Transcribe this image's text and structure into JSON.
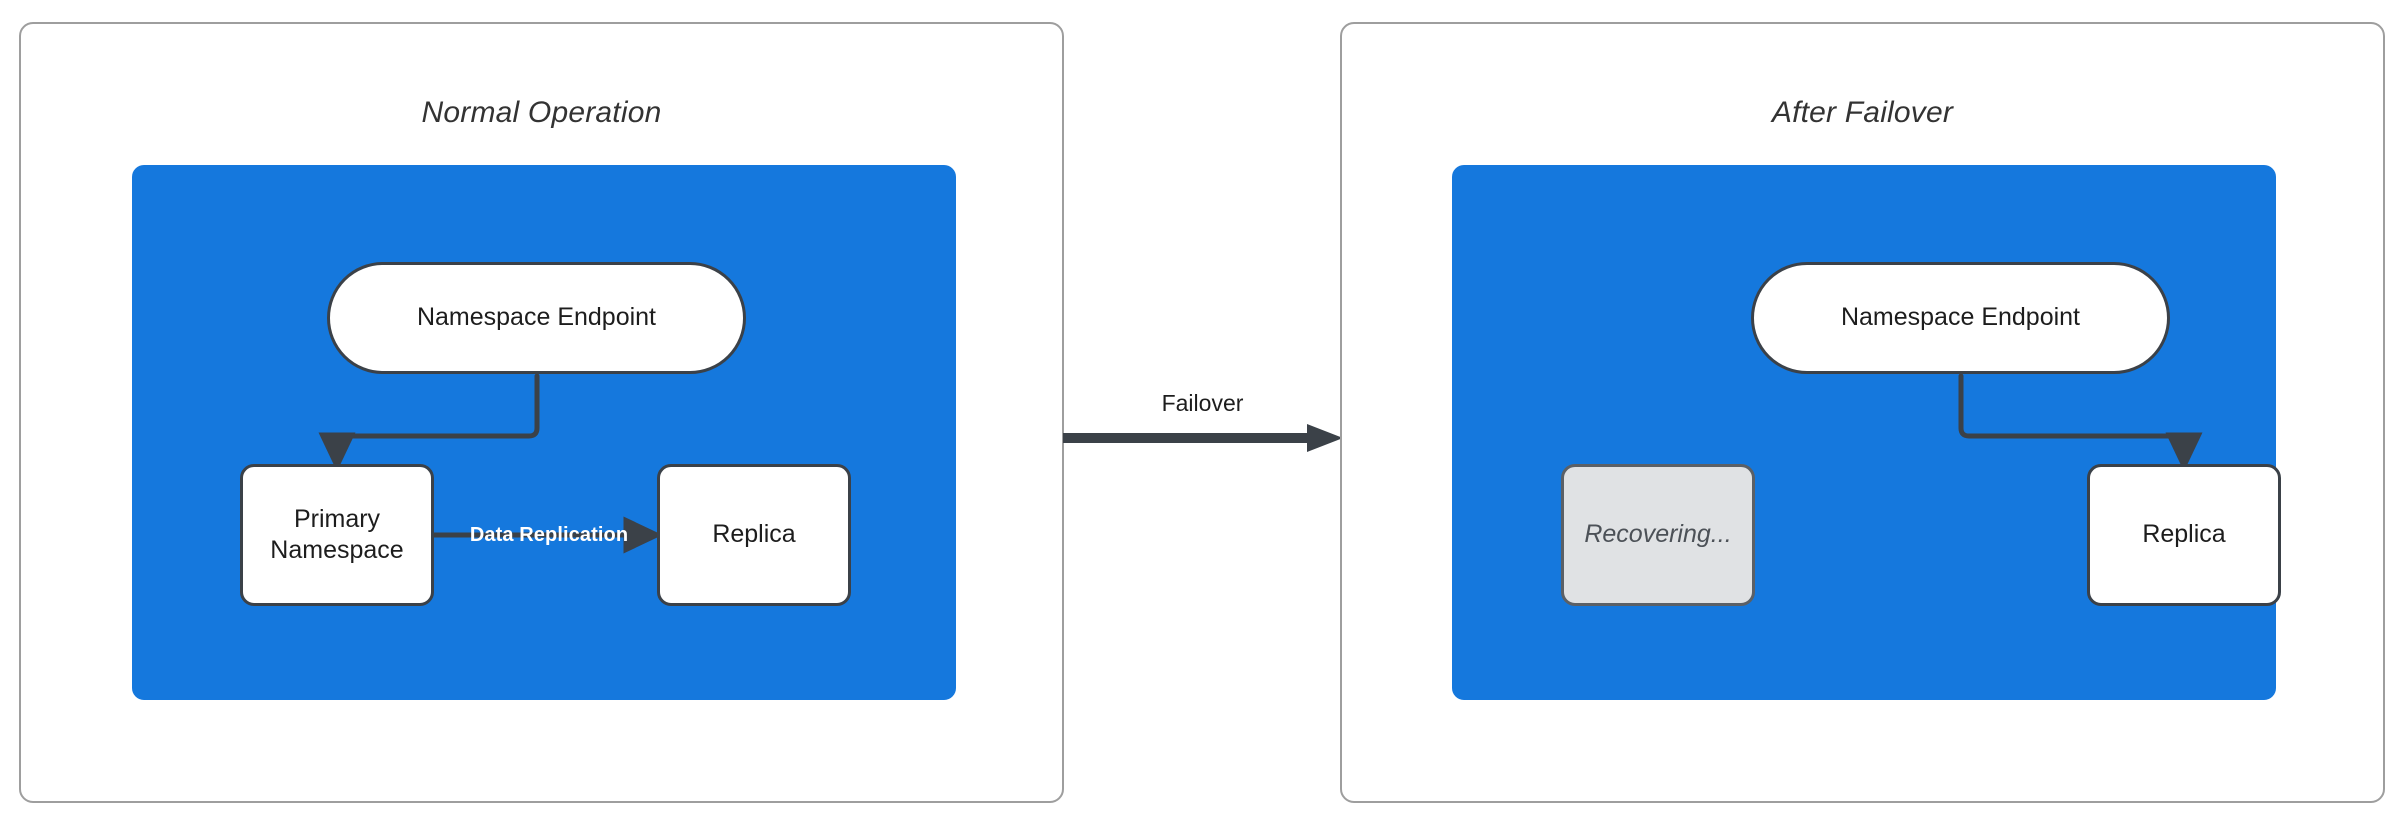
{
  "diagram": {
    "title_hidden": "",
    "colors": {
      "panel_border": "#9e9e9e",
      "region_fill": "#1578dd",
      "node_stroke": "#3b4148",
      "node_fill": "#ffffff",
      "muted_fill": "#e0e2e4",
      "muted_text": "#4c5157",
      "edge_stroke": "#3b4148",
      "edge_label_text": "#ffffff",
      "text": "#1d1d1d"
    },
    "panels": [
      {
        "id": "normal-operation",
        "title": "Normal Operation",
        "region_label": "",
        "nodes": [
          {
            "id": "endpoint",
            "label": "Namespace Endpoint",
            "shape": "stadium",
            "state": "active"
          },
          {
            "id": "primary",
            "label": "Primary\nNamespace",
            "label_line1": "Primary",
            "label_line2": "Namespace",
            "shape": "rounded-rect",
            "state": "active"
          },
          {
            "id": "replica",
            "label": "Replica",
            "shape": "rounded-rect",
            "state": "active"
          }
        ],
        "edges": [
          {
            "from": "endpoint",
            "to": "primary",
            "label": "",
            "style": "orthogonal-arrow"
          },
          {
            "from": "primary",
            "to": "replica",
            "label": "Data Replication",
            "style": "straight-arrow"
          }
        ]
      },
      {
        "id": "after-failover",
        "title": "After Failover",
        "region_label": "",
        "nodes": [
          {
            "id": "endpoint",
            "label": "Namespace Endpoint",
            "shape": "stadium",
            "state": "active"
          },
          {
            "id": "recovering",
            "label": "Recovering...",
            "shape": "rounded-rect",
            "state": "muted"
          },
          {
            "id": "replica",
            "label": "Replica",
            "shape": "rounded-rect",
            "state": "active"
          }
        ],
        "edges": [
          {
            "from": "endpoint",
            "to": "replica",
            "label": "",
            "style": "orthogonal-arrow"
          }
        ]
      }
    ],
    "transition": {
      "label": "Failover",
      "direction": "left-to-right"
    }
  }
}
